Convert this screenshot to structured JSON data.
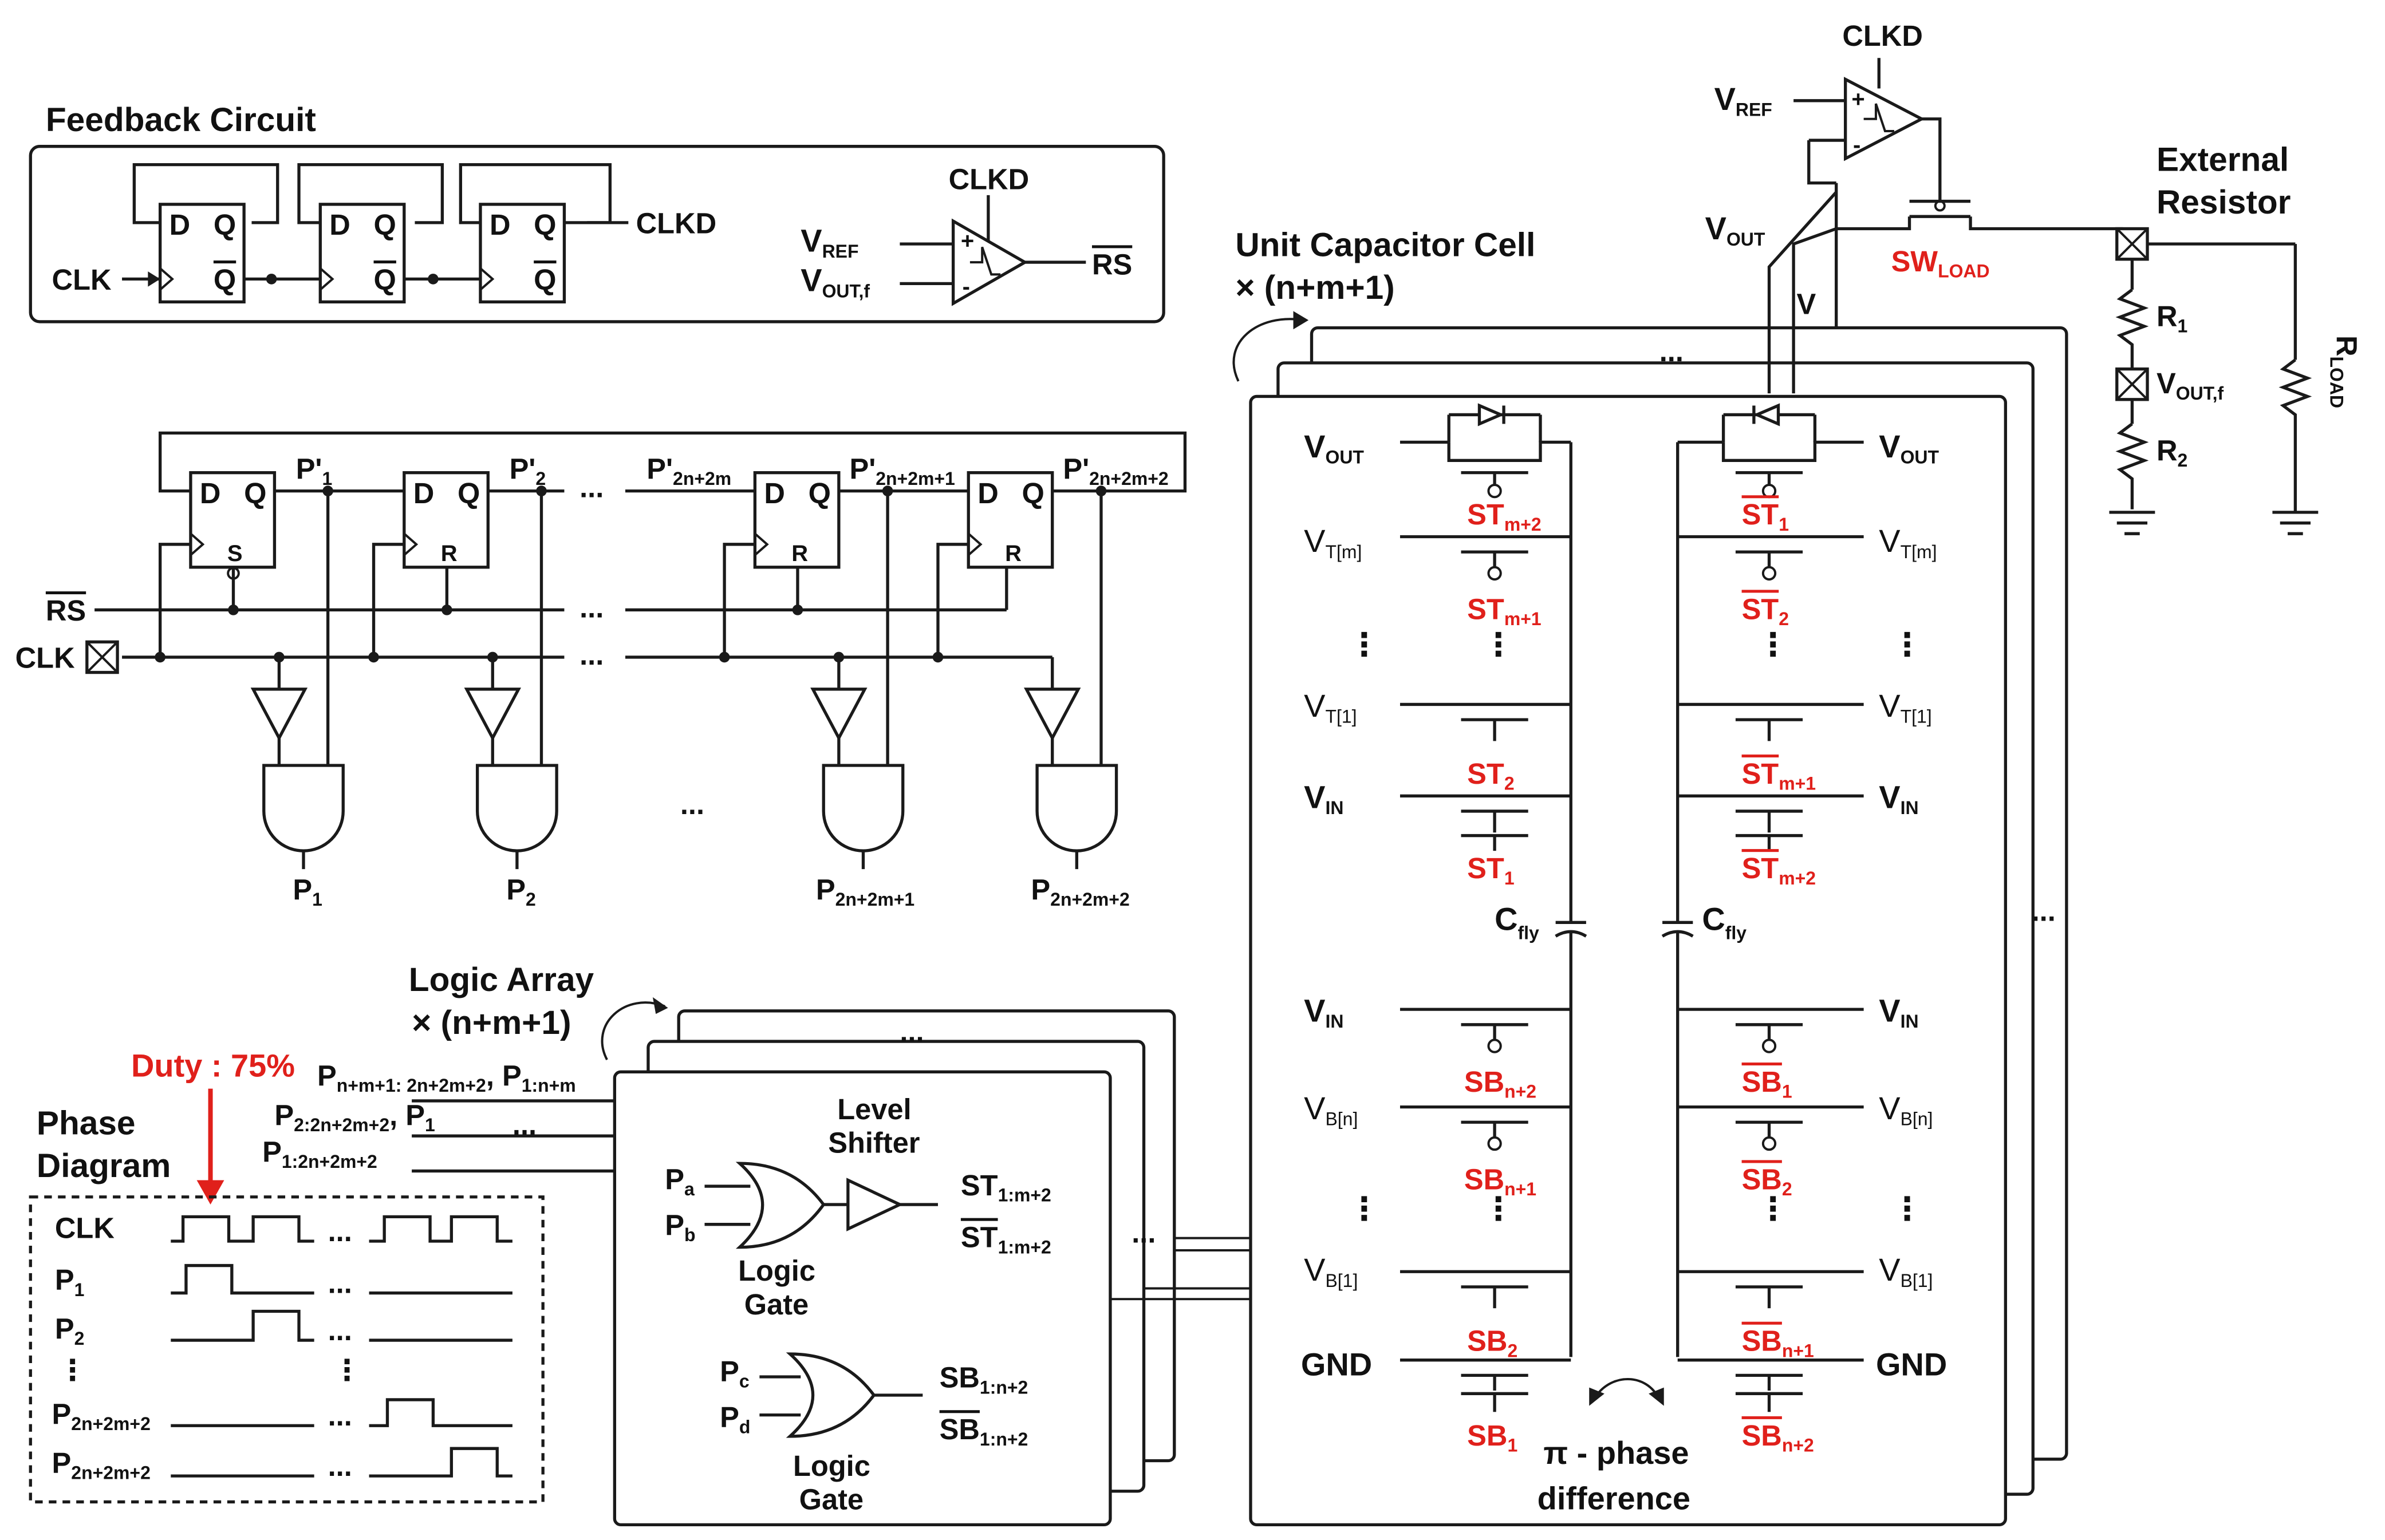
{
  "feedback": {
    "title": "Feedback Circuit",
    "clk": "CLK",
    "clkd": "CLKD",
    "d": "D",
    "q": "Q",
    "qbar": "Q",
    "vref": {
      "base": "V",
      "sub": "REF"
    },
    "voutf": {
      "base": "V",
      "sub": "OUT,f"
    },
    "rs": "RS",
    "plus": "+",
    "minus": "-"
  },
  "dff_array": {
    "rs": "RS",
    "clk": "CLK",
    "d": "D",
    "q": "Q",
    "s": "S",
    "r": "R",
    "ellipsis": "...",
    "p_prime": [
      {
        "base": "P'",
        "sub": "1"
      },
      {
        "base": "P'",
        "sub": "2"
      },
      {
        "base": "P'",
        "sub": "2n+2m"
      },
      {
        "base": "P'",
        "sub": "2n+2m+1"
      },
      {
        "base": "P'",
        "sub": "2n+2m+2"
      }
    ],
    "p_out": [
      {
        "base": "P",
        "sub": "1"
      },
      {
        "base": "P",
        "sub": "2"
      },
      {
        "base": "P",
        "sub": "2n+2m+1"
      },
      {
        "base": "P",
        "sub": "2n+2m+2"
      }
    ]
  },
  "logic_array": {
    "title": "Logic Array",
    "mult": "× (n+m+1)",
    "inputs": [
      {
        "a": {
          "base": "P",
          "sub": "n+m+1: 2n+2m+2"
        },
        "b": {
          "base": "P",
          "sub": "1:n+m"
        }
      },
      {
        "a": {
          "base": "P",
          "sub": "2:2n+2m+2"
        },
        "b": {
          "base": "P",
          "sub": "1"
        }
      },
      {
        "a": {
          "base": "P",
          "sub": "1:2n+2m+2"
        }
      }
    ],
    "level_shifter_1": "Level",
    "level_shifter_2": "Shifter",
    "pa": {
      "base": "P",
      "sub": "a"
    },
    "pb": {
      "base": "P",
      "sub": "b"
    },
    "pc": {
      "base": "P",
      "sub": "c"
    },
    "pd": {
      "base": "P",
      "sub": "d"
    },
    "gate_1": "Logic",
    "gate_2": "Gate",
    "st_out": {
      "base": "ST",
      "sub": "1:m+2"
    },
    "stbar_out": {
      "base": "ST",
      "sub": "1:m+2"
    },
    "sb_out": {
      "base": "SB",
      "sub": "1:n+2"
    },
    "sbbar_out": {
      "base": "SB",
      "sub": "1:n+2"
    },
    "ellipsis": "..."
  },
  "phase_diagram": {
    "duty": "Duty : 75%",
    "title_1": "Phase",
    "title_2": "Diagram",
    "clk": "CLK",
    "rows": [
      {
        "base": "P",
        "sub": "1"
      },
      {
        "base": "P",
        "sub": "2"
      },
      {
        "base": "P",
        "sub": "2n+2m+2"
      },
      {
        "base": "P",
        "sub": "2n+2m+2"
      }
    ],
    "vdots": "⋮",
    "ellipsis": "..."
  },
  "unit_cell": {
    "title": "Unit Capacitor Cell",
    "mult": "× (n+m+1)",
    "vout": {
      "base": "V",
      "sub": "OUT"
    },
    "vt_m": {
      "base": "V",
      "sub": "T[m]"
    },
    "vt_1": {
      "base": "V",
      "sub": "T[1]"
    },
    "vin": {
      "base": "V",
      "sub": "IN"
    },
    "vb_n": {
      "base": "V",
      "sub": "B[n]"
    },
    "vb_1": {
      "base": "V",
      "sub": "B[1]"
    },
    "gnd": "GND",
    "cfly": {
      "base": "C",
      "sub": "fly"
    },
    "left_top": [
      {
        "base": "ST",
        "sub": "m+2"
      },
      {
        "base": "ST",
        "sub": "m+1"
      },
      {
        "base": "ST",
        "sub": "2"
      },
      {
        "base": "ST",
        "sub": "1"
      }
    ],
    "right_top": [
      {
        "base": "ST",
        "sub": "1"
      },
      {
        "base": "ST",
        "sub": "2"
      },
      {
        "base": "ST",
        "sub": "m+1"
      },
      {
        "base": "ST",
        "sub": "m+2"
      }
    ],
    "left_bot": [
      {
        "base": "SB",
        "sub": "n+2"
      },
      {
        "base": "SB",
        "sub": "n+1"
      },
      {
        "base": "SB",
        "sub": "2"
      },
      {
        "base": "SB",
        "sub": "1"
      }
    ],
    "right_bot": [
      {
        "base": "SB",
        "sub": "1"
      },
      {
        "base": "SB",
        "sub": "2"
      },
      {
        "base": "SB",
        "sub": "n+1"
      },
      {
        "base": "SB",
        "sub": "n+2"
      }
    ],
    "phase_1": "π - phase",
    "phase_2": "difference",
    "vdots": "⋮",
    "ellipsis": "..."
  },
  "output": {
    "clkd": "CLKD",
    "vref": {
      "base": "V",
      "sub": "REF"
    },
    "vout": {
      "base": "V",
      "sub": "OUT"
    },
    "swload": {
      "base": "SW",
      "sub": "LOAD"
    },
    "ext_1": "External",
    "ext_2": "Resistor",
    "r1": {
      "base": "R",
      "sub": "1"
    },
    "r2": {
      "base": "R",
      "sub": "2"
    },
    "voutf": {
      "base": "V",
      "sub": "OUT,f"
    },
    "rload": {
      "base": "R",
      "sub": "LOAD"
    },
    "plus": "+",
    "minus": "-"
  },
  "colors": {
    "red": "#e0201b",
    "wire": "#1a1a1a"
  }
}
